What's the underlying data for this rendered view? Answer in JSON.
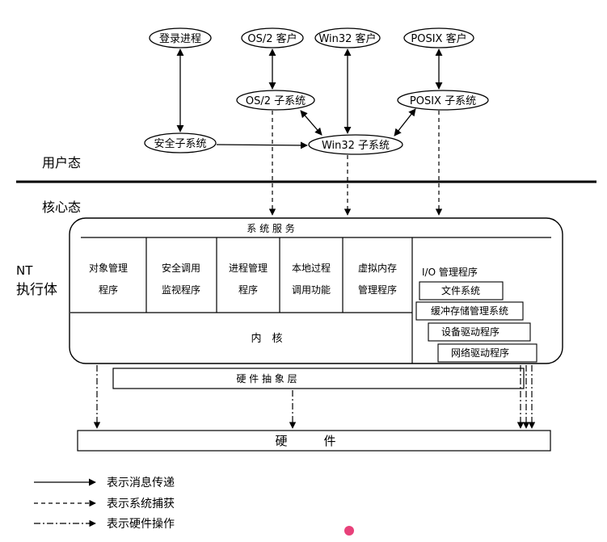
{
  "user_processes": {
    "logon": "登录进程",
    "os2_client": "OS/2 客户",
    "win32_client": "Win32 客户",
    "posix_client": "POSIX 客户",
    "os2_subsystem": "OS/2 子系统",
    "posix_subsystem": "POSIX 子系统",
    "security_subsystem": "安全子系统",
    "win32_subsystem": "Win32 子系统"
  },
  "modes": {
    "user_mode": "用户态",
    "kernel_mode": "核心态"
  },
  "executive": {
    "label_line1": "NT",
    "label_line2": "执行体",
    "system_services": "系 统 服 务",
    "modules": [
      {
        "line1": "对象管理",
        "line2": "程序"
      },
      {
        "line1": "安全调用",
        "line2": "监视程序"
      },
      {
        "line1": "进程管理",
        "line2": "程序"
      },
      {
        "line1": "本地过程",
        "line2": "调用功能"
      },
      {
        "line1": "虚拟内存",
        "line2": "管理程序"
      }
    ],
    "io_manager": "I/O 管理程序",
    "io_stack": [
      "文件系统",
      "缓冲存储管理系统",
      "设备驱动程序",
      "网络驱动程序"
    ],
    "kernel": "内　核"
  },
  "hal": "硬 件 抽 象 层",
  "hardware": "硬　　　件",
  "legend": {
    "message": "表示消息传递",
    "trap": "表示系统捕获",
    "hardware_op": "表示硬件操作"
  },
  "colors": {
    "line": "#000000",
    "accent_dot": "#e8417a"
  }
}
